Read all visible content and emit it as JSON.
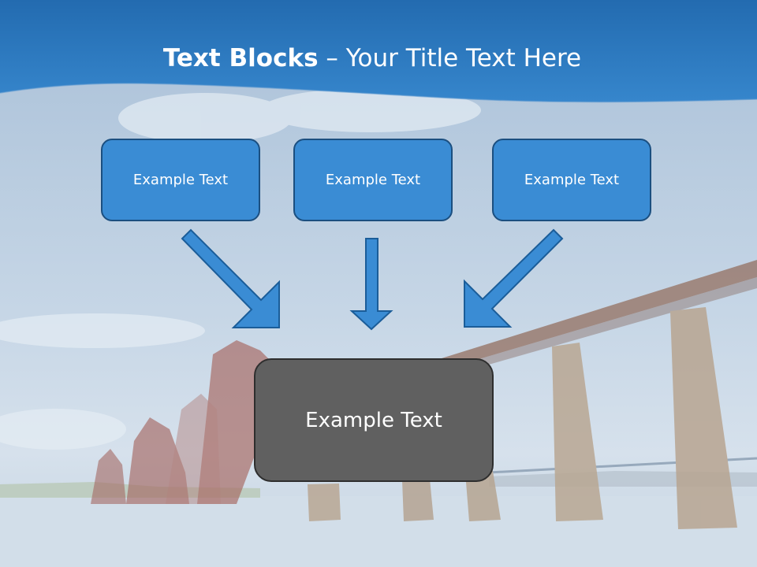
{
  "title": {
    "bold": "Text Blocks",
    "dash": " – ",
    "rest": "Your Title Text Here"
  },
  "blocks": [
    {
      "label": "Example Text"
    },
    {
      "label": "Example Text"
    },
    {
      "label": "Example Text"
    }
  ],
  "target": {
    "label": "Example Text"
  },
  "colors": {
    "header_blue": "#2f78bd",
    "box_blue": "#3a8cd4",
    "box_border": "#1b4f80",
    "arrow_blue": "#3a8cd4",
    "target_gray": "#606060"
  }
}
